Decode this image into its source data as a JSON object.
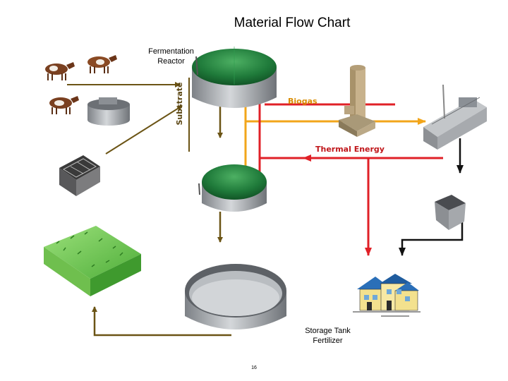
{
  "title": "Material Flow Chart",
  "labels": {
    "fermentation_reactor": [
      "Fermentation",
      "Reactor"
    ],
    "substrate": "Substrate",
    "biogas": "Biogas",
    "thermal_energy": "Thermal Energy",
    "storage_tank": [
      "Storage Tank",
      "Fertilizer"
    ]
  },
  "page_number": "16",
  "colors": {
    "biogas_flow": "#f2a51a",
    "thermal_flow": "#e02027",
    "substrate_flow": "#6b5415",
    "electric_flow": "#111111",
    "reactor_roof": "#1f7a3a",
    "tank_wall": "#9a9ea3"
  },
  "icons": [
    "cow-icon",
    "pre-tank-icon",
    "feed-container-icon",
    "silage-field-icon",
    "fermentation-reactor-icon",
    "secondary-fermenter-icon",
    "storage-tank-icon",
    "gas-tower-icon",
    "chp-engine-icon",
    "transformer-box-icon",
    "houses-icon"
  ]
}
